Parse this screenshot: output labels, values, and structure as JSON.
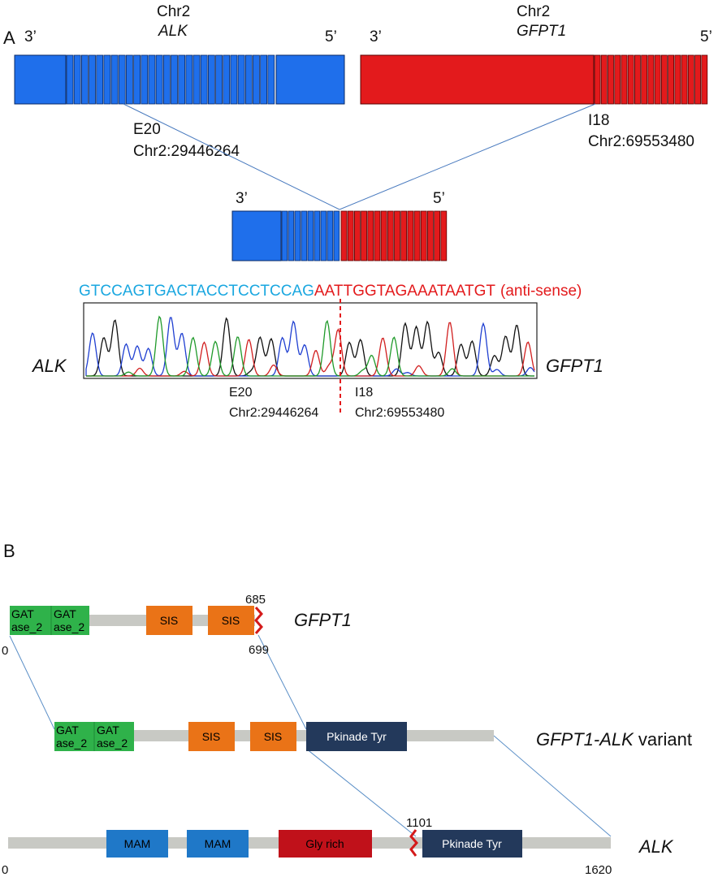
{
  "panelA": {
    "panel_letter": "A",
    "alk_gene": {
      "chrom": "Chr2",
      "name": "ALK",
      "end_left": "3’",
      "end_right": "5’",
      "exon_label": "E20",
      "breakpoint": "Chr2:29446264",
      "color": "#1f6feb"
    },
    "gfpt1_gene": {
      "chrom": "Chr2",
      "name": "GFPT1",
      "end_left": "3’",
      "end_right": "5’",
      "intron_label": "I18",
      "breakpoint": "Chr2:69553480",
      "color": "#e31a1c"
    },
    "fusion": {
      "end_left": "3’",
      "end_right": "5’"
    },
    "sequence": {
      "alk_part": "GTCCAGTGACTACCTCCTCCAG",
      "gfpt1_part": "AATTGGTAGAAATAATGT",
      "note": "(anti-sense)",
      "alk_color": "#1aa7e0",
      "gfpt1_color": "#e31a1c"
    },
    "chromatogram": {
      "left_label": "ALK",
      "right_label": "GFPT1",
      "left_exon": "E20",
      "left_coord": "Chr2:29446264",
      "right_intron": "I18",
      "right_coord": "Chr2:69553480"
    }
  },
  "panelB": {
    "panel_letter": "B",
    "gfpt1": {
      "name": "GFPT1",
      "start": "0",
      "break_top": "685",
      "break_bottom": "699",
      "domains": [
        {
          "label1": "GAT",
          "label2": "ase_2",
          "color": "#2fb24a"
        },
        {
          "label1": "GAT",
          "label2": "ase_2",
          "color": "#2fb24a"
        },
        {
          "label1": "SIS",
          "label2": "",
          "color": "#ea7317"
        },
        {
          "label1": "SIS",
          "label2": "",
          "color": "#ea7317"
        }
      ]
    },
    "variant": {
      "name_italic": "GFPT1-ALK",
      "name_rest": " variant",
      "domains": [
        {
          "label1": "GAT",
          "label2": "ase_2",
          "color": "#2fb24a"
        },
        {
          "label1": "GAT",
          "label2": "ase_2",
          "color": "#2fb24a"
        },
        {
          "label1": "SIS",
          "label2": "",
          "color": "#ea7317"
        },
        {
          "label1": "SIS",
          "label2": "",
          "color": "#ea7317"
        },
        {
          "label1": "Pkinade Tyr",
          "label2": "",
          "color": "#23395b"
        }
      ]
    },
    "alk": {
      "name": "ALK",
      "start": "0",
      "end": "1620",
      "break_label": "1101",
      "domains": [
        {
          "label1": "MAM",
          "label2": "",
          "color": "#1f78c8"
        },
        {
          "label1": "MAM",
          "label2": "",
          "color": "#1f78c8"
        },
        {
          "label1": "Gly rich",
          "label2": "",
          "color": "#c0111a"
        },
        {
          "label1": "Pkinade Tyr",
          "label2": "",
          "color": "#23395b"
        }
      ]
    },
    "backbone_color": "#c8c9c4",
    "connector_color": "#5b8fc7"
  }
}
